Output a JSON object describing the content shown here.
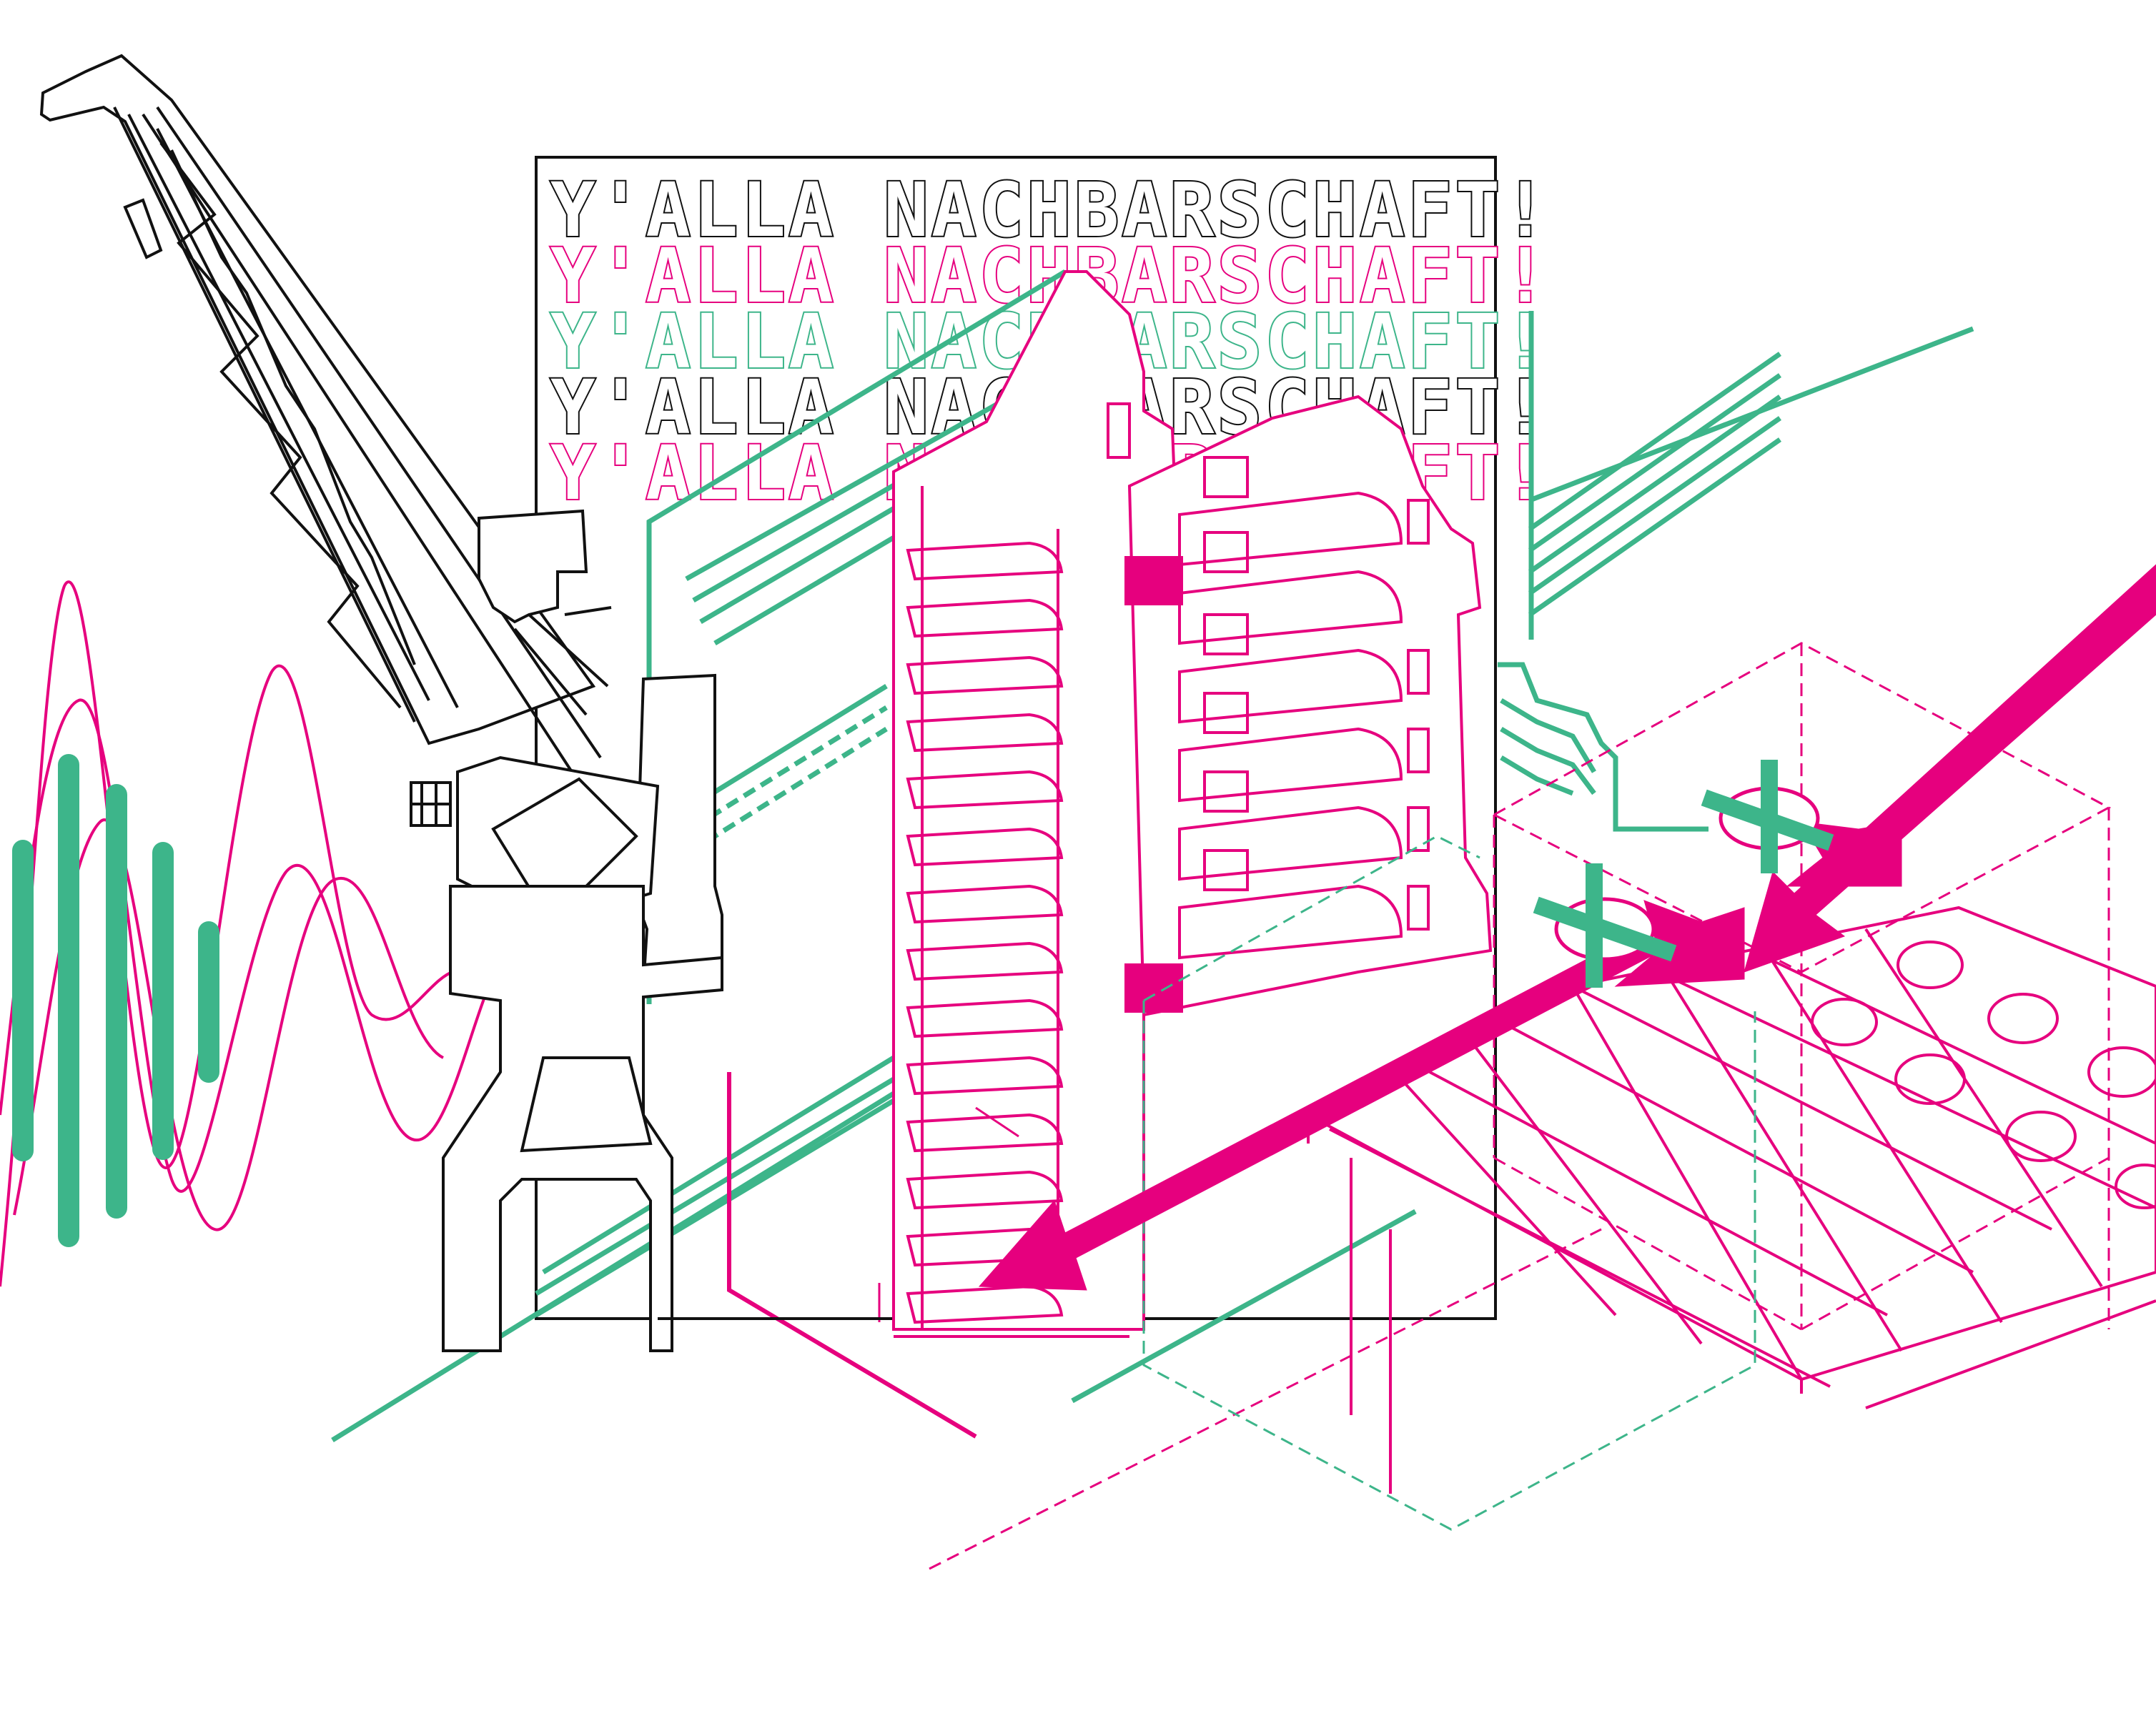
{
  "poster": {
    "title_lines": [
      "Y'ALLA NACHBARSCHAFT!",
      "Y'ALLA NACHBARSCHAFT!",
      "Y'ALLA NACHBARSCHAFT!",
      "Y'ALLA NACHBARSCHAFT!",
      "Y'ALLA NACHBARSCHAFT!"
    ]
  },
  "colors": {
    "magenta": "#e6007e",
    "green": "#3db58a",
    "black": "#111111",
    "background": "#ffffff"
  },
  "title_line_colors": [
    "black",
    "magenta",
    "green",
    "black",
    "magenta"
  ],
  "icons": [
    "crane-illustration",
    "building-illustration",
    "wave-lines",
    "equalizer-bars",
    "arrow-icon",
    "cross-marker-icon",
    "isometric-grid"
  ]
}
